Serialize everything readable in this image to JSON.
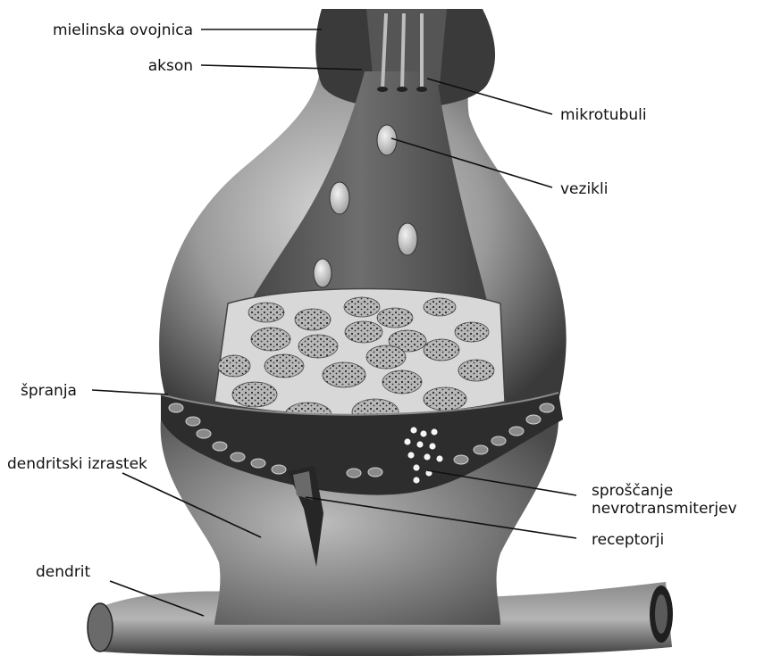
{
  "diagram": {
    "labels": {
      "myelin_sheath": "mielinska ovojnica",
      "axon": "akson",
      "microtubules": "mikrotubuli",
      "vesicles": "vezikli",
      "cleft": "špranja",
      "dendritic_spine": "dendritski izrastek",
      "release_line1": "sproščanje",
      "release_line2": "nevrotransmiterjev",
      "receptors": "receptorji",
      "dendrite": "dendrit"
    }
  }
}
